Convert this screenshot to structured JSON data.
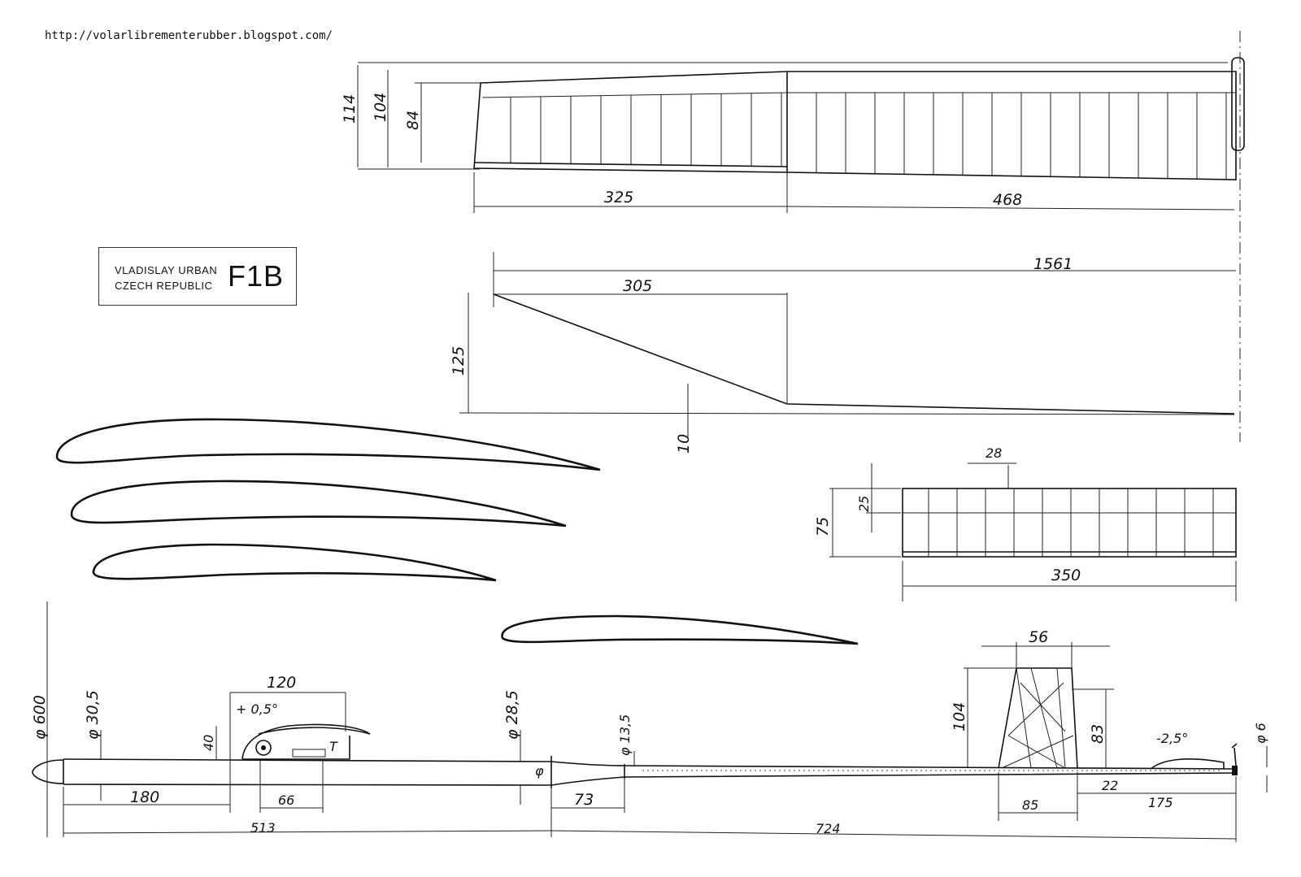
{
  "source_url": "http://volarlibrementerubber.blogspot.com/",
  "designer": {
    "name": "VLADISLAY URBAN",
    "country": "CZECH REPUBLIC",
    "model_class": "F1B"
  },
  "wing": {
    "root_heights": [
      "114",
      "104",
      "84"
    ],
    "panel_spans": [
      "325",
      "468"
    ],
    "half_span": "1561",
    "tip_sweep": "305",
    "tip_dihedral": "125",
    "center_dihedral": "10"
  },
  "stabilizer": {
    "rib_spacing": "28",
    "spar_offset": "25",
    "chord": "75",
    "span": "350"
  },
  "fuselage": {
    "prop_diameter": "φ 600",
    "front_diameter": "φ 30,5",
    "mid_diameter": "φ 28,5",
    "tube_diameter": "φ 13,5",
    "tail_diameter": "φ 6",
    "timer_length": "120",
    "incidence": "+ 0,5°",
    "wing_mount_height": "40",
    "front_length": "180",
    "timer_offset": "66",
    "taper_length": "73",
    "front_total": "513",
    "rear_total": "724",
    "pylon_width": "56",
    "pylon_height": "104",
    "pylon_rear_height": "83",
    "pylon_base": "85",
    "pylon_gap": "22",
    "tail_length": "175",
    "stab_incidence": "-2,5°",
    "timer_mark": "T",
    "bulkhead_mark": "φ"
  }
}
